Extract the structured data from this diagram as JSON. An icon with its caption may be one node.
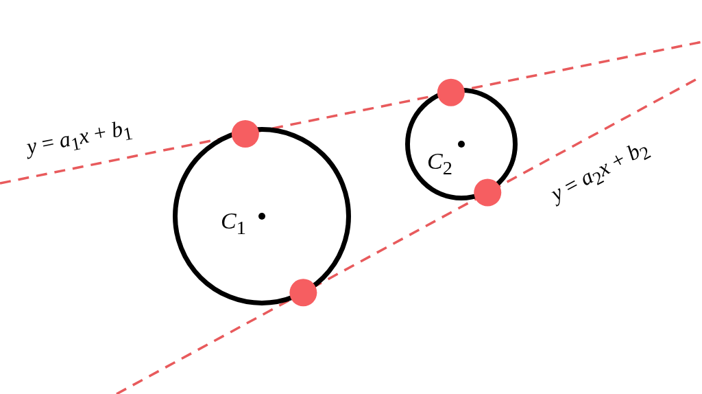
{
  "diagram": {
    "nodes": [
      {
        "text": [
          "*C*$_{1}$"
        ]
      },
      {
        "text": [
          "*C*$_{2}$"
        ]
      }
    ],
    "labels": [
      "*y* = *a*$_{1}$*x* + *b*$_{1}$",
      "*y* = *a*$_{2}$*x* + *b*$_{2}$"
    ]
  }
}
